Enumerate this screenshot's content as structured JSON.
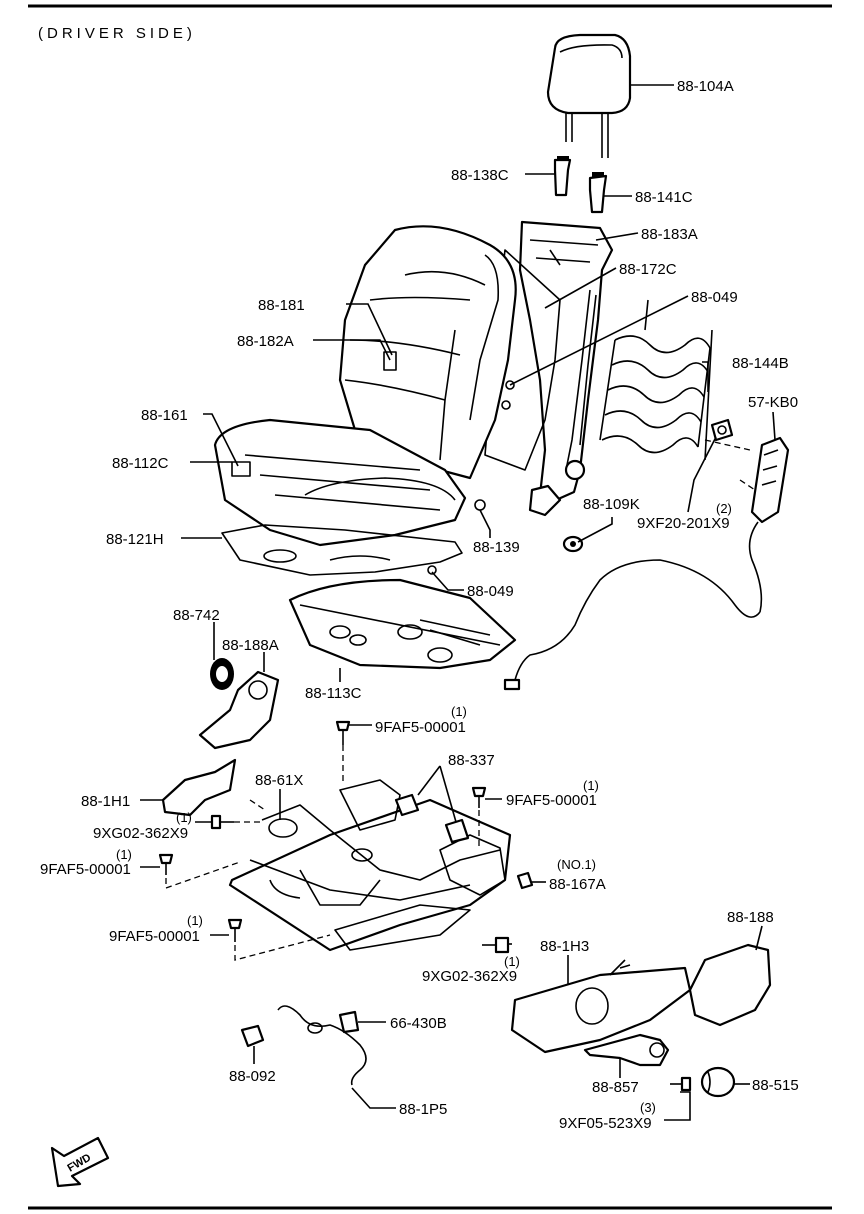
{
  "header": {
    "title": "(DRIVER SIDE)"
  },
  "fwd_label": "FWD",
  "parts": [
    {
      "id": "p104a",
      "label": "88-104A"
    },
    {
      "id": "p138c",
      "label": "88-138C"
    },
    {
      "id": "p141c",
      "label": "88-141C"
    },
    {
      "id": "p183a",
      "label": "88-183A"
    },
    {
      "id": "p172c",
      "label": "88-172C"
    },
    {
      "id": "p181",
      "label": "88-181"
    },
    {
      "id": "p049a",
      "label": "88-049"
    },
    {
      "id": "p182a",
      "label": "88-182A"
    },
    {
      "id": "p144b",
      "label": "88-144B"
    },
    {
      "id": "p161",
      "label": "88-161"
    },
    {
      "id": "p57kb0",
      "label": "57-KB0"
    },
    {
      "id": "p112c",
      "label": "88-112C"
    },
    {
      "id": "p109k",
      "label": "88-109K"
    },
    {
      "id": "p9xf20q",
      "label": "(2)"
    },
    {
      "id": "p9xf20",
      "label": "9XF20-201X9"
    },
    {
      "id": "p121h",
      "label": "88-121H"
    },
    {
      "id": "p139",
      "label": "88-139"
    },
    {
      "id": "p049b",
      "label": "88-049"
    },
    {
      "id": "p742",
      "label": "88-742"
    },
    {
      "id": "p188a",
      "label": "88-188A"
    },
    {
      "id": "p113c",
      "label": "88-113C"
    },
    {
      "id": "p9faf5aq",
      "label": "(1)"
    },
    {
      "id": "p9faf5a",
      "label": "9FAF5-00001"
    },
    {
      "id": "p337",
      "label": "88-337"
    },
    {
      "id": "p61x",
      "label": "88-61X"
    },
    {
      "id": "p9faf5bq",
      "label": "(1)"
    },
    {
      "id": "p9faf5b",
      "label": "9FAF5-00001"
    },
    {
      "id": "p1h1",
      "label": "88-1H1"
    },
    {
      "id": "p9xg02aq",
      "label": "(1)"
    },
    {
      "id": "p9xg02a",
      "label": "9XG02-362X9"
    },
    {
      "id": "p9faf5cq",
      "label": "(1)"
    },
    {
      "id": "p9faf5c",
      "label": "9FAF5-00001"
    },
    {
      "id": "p167aq",
      "label": "(NO.1)"
    },
    {
      "id": "p167a",
      "label": "88-167A"
    },
    {
      "id": "p9faf5dq",
      "label": "(1)"
    },
    {
      "id": "p9faf5d",
      "label": "9FAF5-00001"
    },
    {
      "id": "p188",
      "label": "88-188"
    },
    {
      "id": "p1h3",
      "label": "88-1H3"
    },
    {
      "id": "p9xg02bq",
      "label": "(1)"
    },
    {
      "id": "p9xg02b",
      "label": "9XG02-362X9"
    },
    {
      "id": "p430b",
      "label": "66-430B"
    },
    {
      "id": "p092",
      "label": "88-092"
    },
    {
      "id": "p857",
      "label": "88-857"
    },
    {
      "id": "p515",
      "label": "88-515"
    },
    {
      "id": "p9xf05q",
      "label": "(3)"
    },
    {
      "id": "p9xf05",
      "label": "9XF05-523X9"
    },
    {
      "id": "p1p5",
      "label": "88-1P5"
    }
  ]
}
